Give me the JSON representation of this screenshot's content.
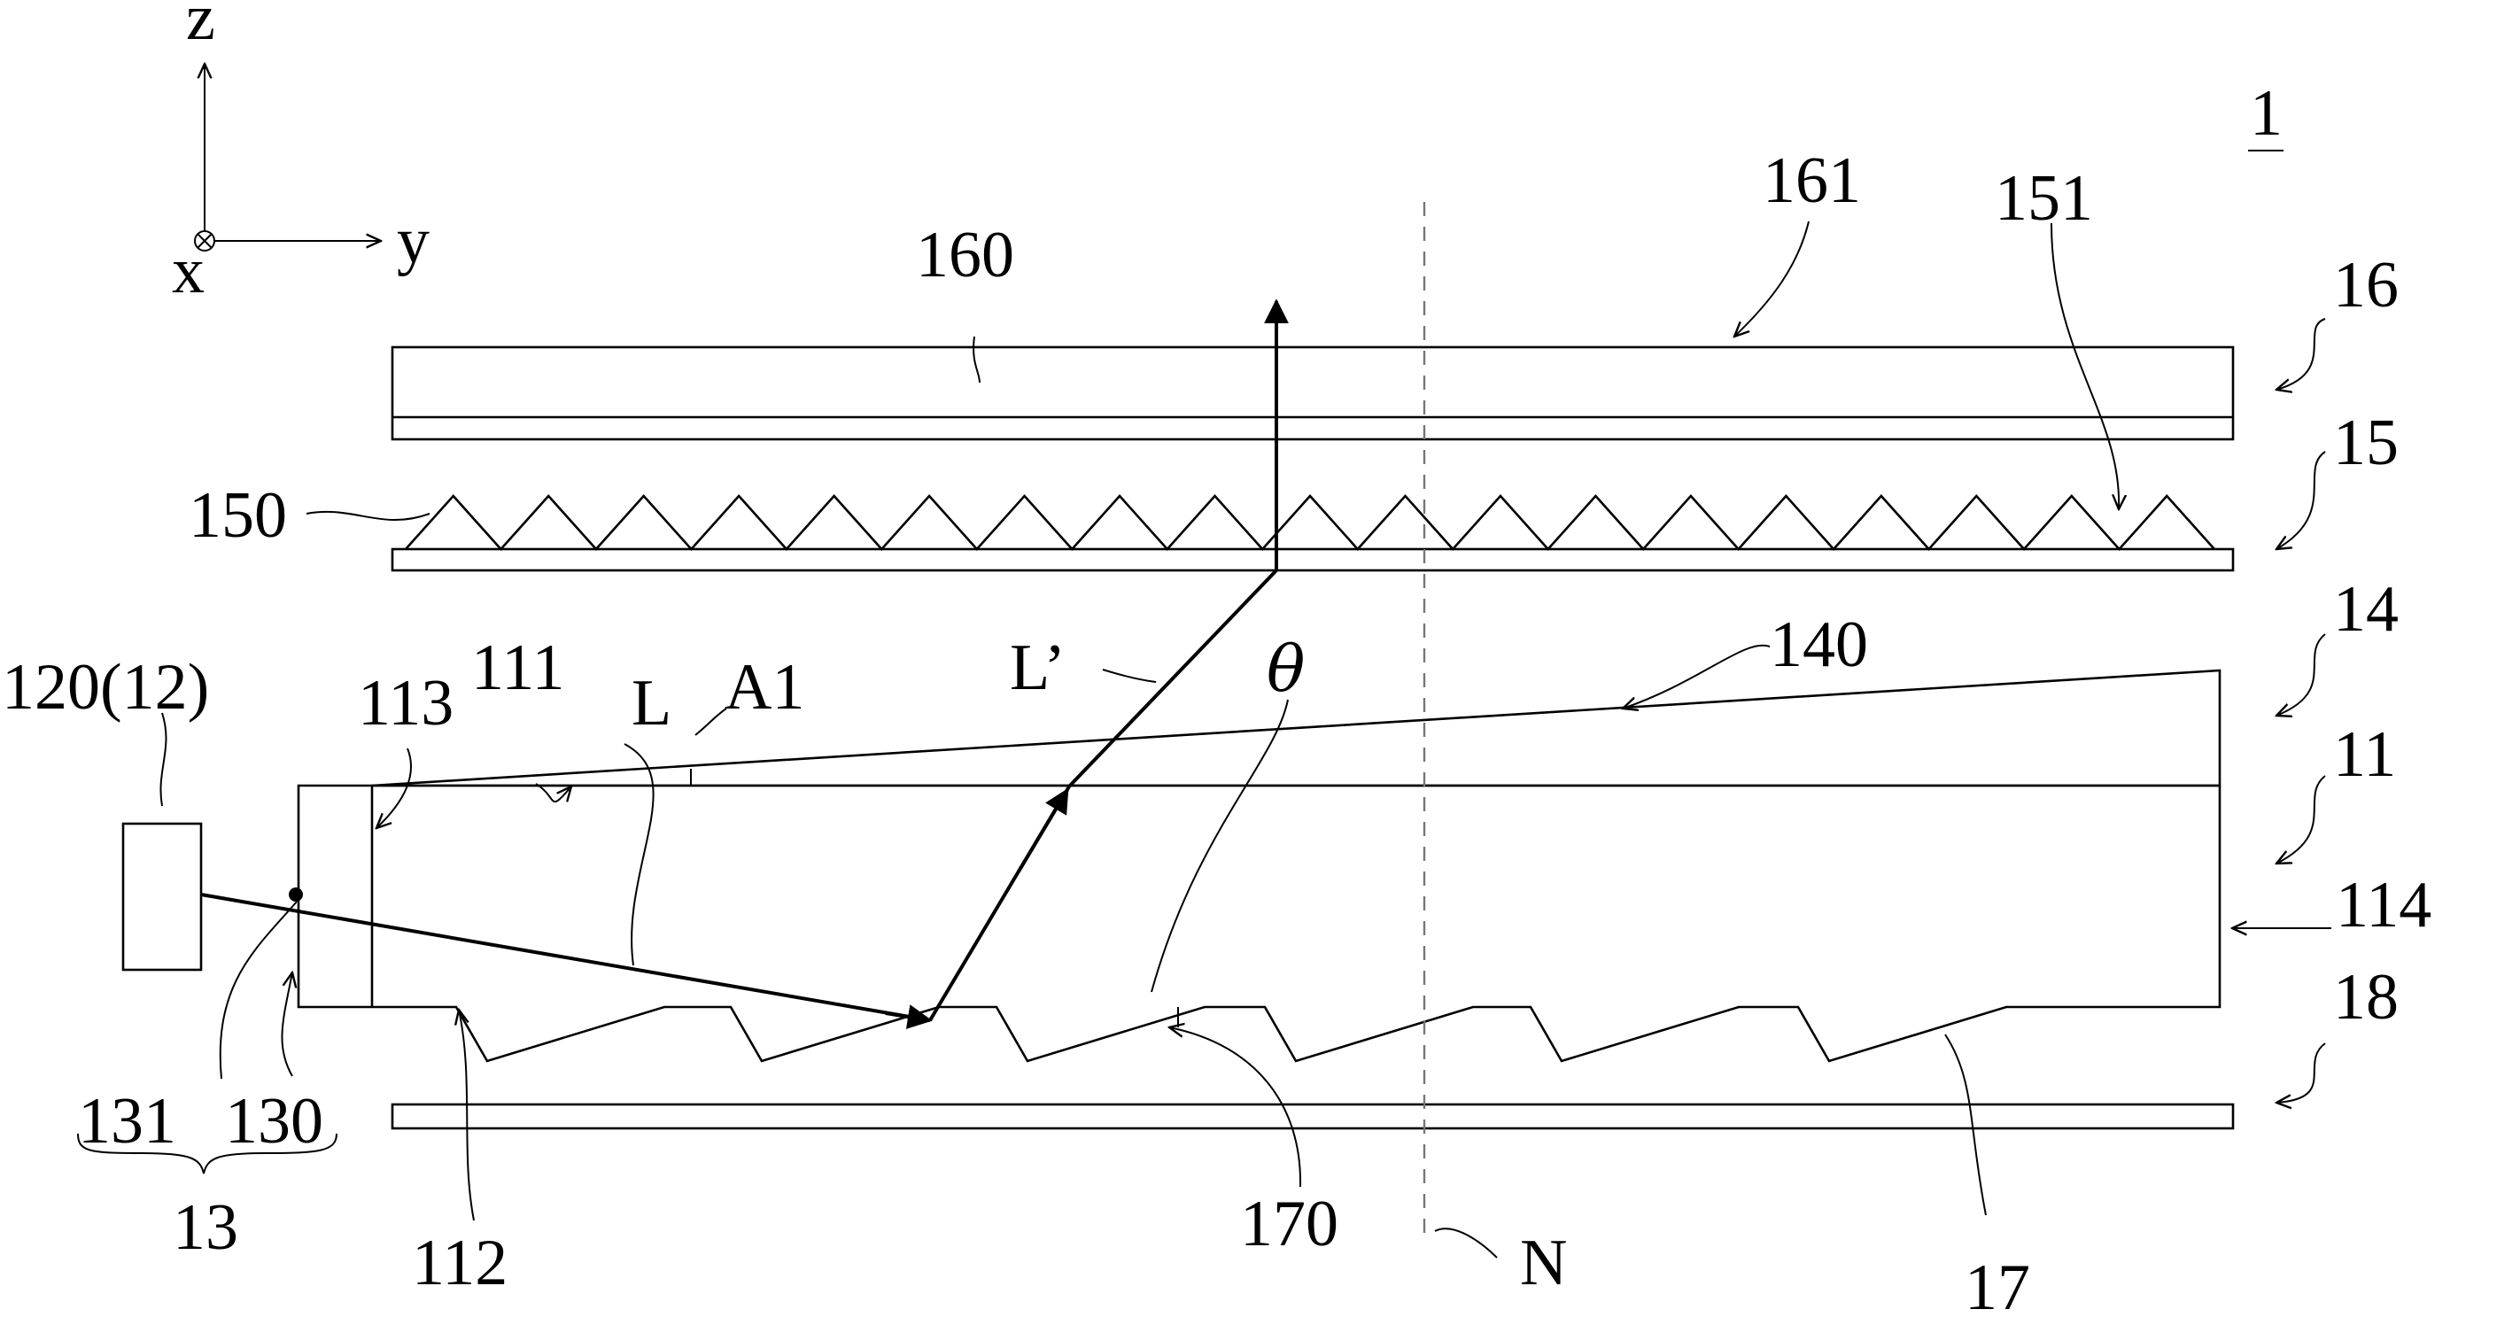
{
  "axes": {
    "z": "z",
    "y": "y",
    "x": "x"
  },
  "labels": {
    "assembly": "1",
    "film16": "16",
    "film16_layer160": "160",
    "film16_surface161": "161",
    "prism15": "15",
    "prism_surface151": "151",
    "prism_ridges150": "150",
    "wedge14": "14",
    "wedge_surface140": "140",
    "guide11": "11",
    "top_surface111": "111",
    "bottom_surface112": "112",
    "incident_surface113": "113",
    "end_surface114": "114",
    "source120": "120(12)",
    "element13": "13",
    "element130": "130",
    "element131": "131",
    "microstructure17": "17",
    "facet170": "170",
    "reflector18": "18",
    "ray_L": "L",
    "ray_Lprime": "L’",
    "angle_A1": "A1",
    "angle_theta": "θ",
    "normal_N": "N"
  }
}
